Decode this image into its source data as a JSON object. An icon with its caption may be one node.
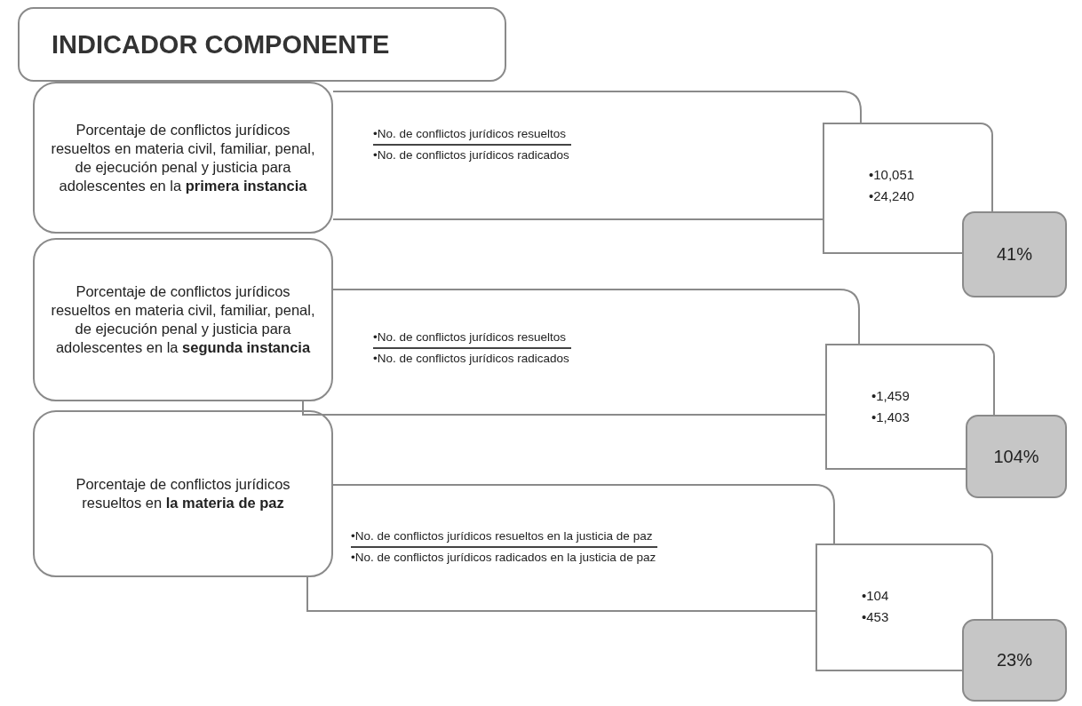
{
  "diagram": {
    "nodes": [
      {
        "text": [
          "INDICADOR COMPONENTE"
        ]
      },
      {
        "text": [
          "Porcentaje de conflictos jurídicos resueltos en materia civil, familiar, penal, de ejecución penal y justicia para adolescentes en la **primera instancia**"
        ]
      },
      {
        "text": [
          "•No. de conflictos jurídicos resueltos",
          "•No. de conflictos jurídicos radicados"
        ]
      },
      {
        "text": [
          "•10,051",
          "•24,240"
        ]
      },
      {
        "text": [
          "41%"
        ]
      },
      {
        "text": [
          "Porcentaje de conflictos jurídicos resueltos en materia civil, familiar, penal, de ejecución penal y justicia para adolescentes en la **segunda instancia**"
        ]
      },
      {
        "text": [
          "•No. de conflictos jurídicos resueltos",
          "•No. de conflictos jurídicos radicados"
        ]
      },
      {
        "text": [
          "•1,459",
          "•1,403"
        ]
      },
      {
        "text": [
          "104%"
        ]
      },
      {
        "text": [
          "Porcentaje de conflictos jurídicos resueltos en **la materia de paz**"
        ]
      },
      {
        "text": [
          "•No. de conflictos jurídicos resueltos en la justicia de paz",
          "•No. de conflictos jurídicos radicados en la justicia de paz"
        ]
      },
      {
        "text": [
          "•104",
          "•453"
        ]
      },
      {
        "text": [
          "23%"
        ]
      }
    ]
  }
}
